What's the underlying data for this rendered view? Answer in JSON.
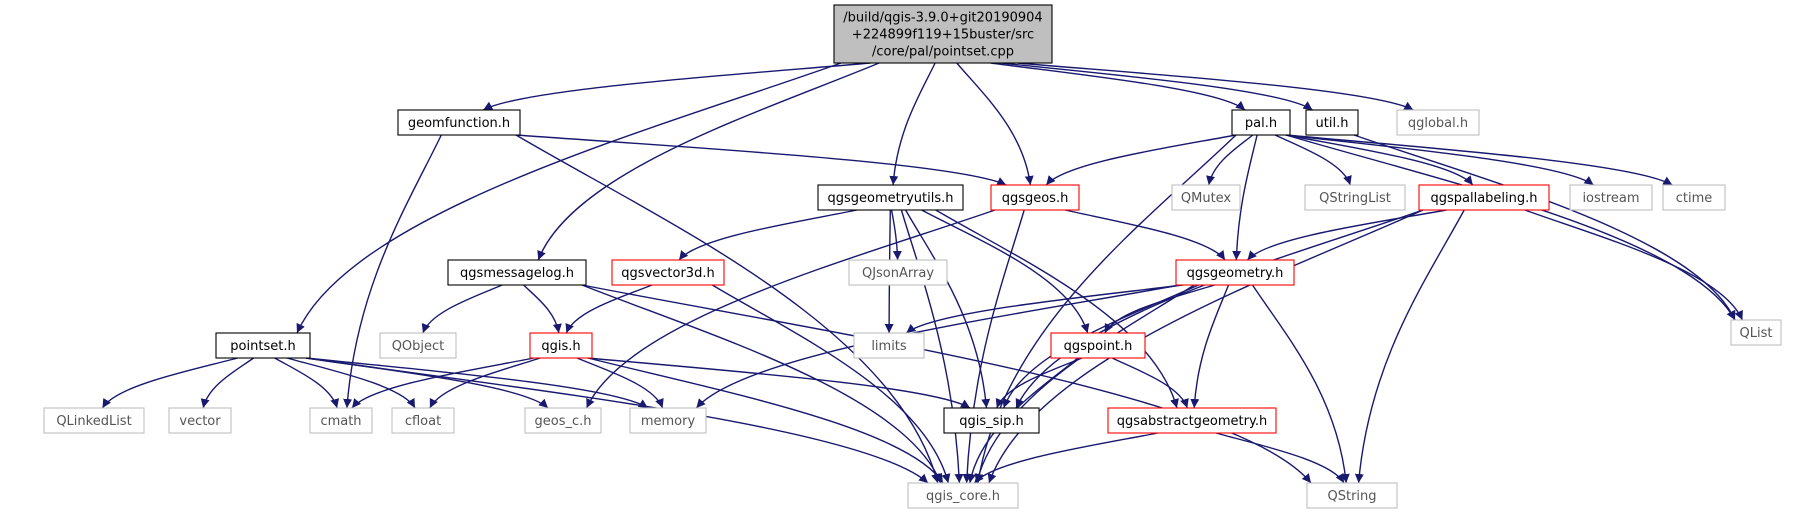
{
  "colors": {
    "edge": "#191970",
    "border_black": "#000000",
    "border_red": "#ff0000",
    "border_gray": "#bfbfbf",
    "fill_root": "#bfbfbf",
    "fill_default": "#ffffff",
    "text_gray": "#555555"
  },
  "nodes": [
    {
      "id": "root",
      "lines": [
        "/build/qgis-3.9.0+git20190904",
        "+224899f119+15buster/src",
        "/core/pal/pointset.cpp"
      ],
      "style": "root"
    },
    {
      "id": "geomfunction",
      "lines": [
        "geomfunction.h"
      ],
      "style": "black"
    },
    {
      "id": "pal",
      "lines": [
        "pal.h"
      ],
      "style": "black"
    },
    {
      "id": "util",
      "lines": [
        "util.h"
      ],
      "style": "black"
    },
    {
      "id": "qglobal",
      "lines": [
        "qglobal.h"
      ],
      "style": "gray"
    },
    {
      "id": "qgsgeometryutils",
      "lines": [
        "qgsgeometryutils.h"
      ],
      "style": "black"
    },
    {
      "id": "qgsgeos",
      "lines": [
        "qgsgeos.h"
      ],
      "style": "red"
    },
    {
      "id": "qmutex",
      "lines": [
        "QMutex"
      ],
      "style": "gray"
    },
    {
      "id": "qstringlist",
      "lines": [
        "QStringList"
      ],
      "style": "gray"
    },
    {
      "id": "qgspallabeling",
      "lines": [
        "qgspallabeling.h"
      ],
      "style": "red"
    },
    {
      "id": "iostream",
      "lines": [
        "iostream"
      ],
      "style": "gray"
    },
    {
      "id": "ctime",
      "lines": [
        "ctime"
      ],
      "style": "gray"
    },
    {
      "id": "qmessagelog",
      "lines": [
        "qgsmessagelog.h"
      ],
      "style": "black"
    },
    {
      "id": "qgsvector3d",
      "lines": [
        "qgsvector3d.h"
      ],
      "style": "red"
    },
    {
      "id": "qjsonarray",
      "lines": [
        "QJsonArray"
      ],
      "style": "gray"
    },
    {
      "id": "qgsgeometry",
      "lines": [
        "qgsgeometry.h"
      ],
      "style": "red"
    },
    {
      "id": "qlist",
      "lines": [
        "QList"
      ],
      "style": "gray"
    },
    {
      "id": "pointset",
      "lines": [
        "pointset.h"
      ],
      "style": "black"
    },
    {
      "id": "qobject",
      "lines": [
        "QObject"
      ],
      "style": "gray"
    },
    {
      "id": "qgis",
      "lines": [
        "qgis.h"
      ],
      "style": "red"
    },
    {
      "id": "limits",
      "lines": [
        "limits"
      ],
      "style": "gray"
    },
    {
      "id": "qgspoint",
      "lines": [
        "qgspoint.h"
      ],
      "style": "red"
    },
    {
      "id": "qlinkedlist",
      "lines": [
        "QLinkedList"
      ],
      "style": "gray"
    },
    {
      "id": "vector",
      "lines": [
        "vector"
      ],
      "style": "gray"
    },
    {
      "id": "cmath",
      "lines": [
        "cmath"
      ],
      "style": "gray"
    },
    {
      "id": "cfloat",
      "lines": [
        "cfloat"
      ],
      "style": "gray"
    },
    {
      "id": "geos_c",
      "lines": [
        "geos_c.h"
      ],
      "style": "gray"
    },
    {
      "id": "memory",
      "lines": [
        "memory"
      ],
      "style": "gray"
    },
    {
      "id": "qgis_sip",
      "lines": [
        "qgis_sip.h"
      ],
      "style": "black"
    },
    {
      "id": "qgsabstractgeometry",
      "lines": [
        "qgsabstractgeometry.h"
      ],
      "style": "red"
    },
    {
      "id": "qgis_core",
      "lines": [
        "qgis_core.h"
      ],
      "style": "gray"
    },
    {
      "id": "qstring",
      "lines": [
        "QString"
      ],
      "style": "gray"
    }
  ],
  "edges": [
    [
      "root",
      "geomfunction"
    ],
    [
      "root",
      "pal"
    ],
    [
      "root",
      "util"
    ],
    [
      "root",
      "qglobal"
    ],
    [
      "root",
      "qgsgeometryutils"
    ],
    [
      "root",
      "qgsgeos"
    ],
    [
      "root",
      "qmessagelog"
    ],
    [
      "root",
      "pointset"
    ],
    [
      "geomfunction",
      "qgsgeos"
    ],
    [
      "geomfunction",
      "cmath"
    ],
    [
      "geomfunction",
      "qgis_core"
    ],
    [
      "pal",
      "qgsgeos"
    ],
    [
      "pal",
      "qmutex"
    ],
    [
      "pal",
      "qstringlist"
    ],
    [
      "pal",
      "qgspallabeling"
    ],
    [
      "pal",
      "iostream"
    ],
    [
      "pal",
      "ctime"
    ],
    [
      "pal",
      "qlist"
    ],
    [
      "pal",
      "qgsgeometry"
    ],
    [
      "pal",
      "qgis_core"
    ],
    [
      "util",
      "qlist"
    ],
    [
      "qgsgeometryutils",
      "qgsvector3d"
    ],
    [
      "qgsgeometryutils",
      "qjsonarray"
    ],
    [
      "qgsgeometryutils",
      "limits"
    ],
    [
      "qgsgeometryutils",
      "qgspoint"
    ],
    [
      "qgsgeometryutils",
      "qgsabstractgeometry"
    ],
    [
      "qgsgeometryutils",
      "qgis_sip"
    ],
    [
      "qgsgeometryutils",
      "qgis_core"
    ],
    [
      "qgsgeos",
      "qgsgeometry"
    ],
    [
      "qgsgeos",
      "geos_c"
    ],
    [
      "qgsgeos",
      "qgis_core"
    ],
    [
      "qgspallabeling",
      "qgsgeometry"
    ],
    [
      "qgspallabeling",
      "qlist"
    ],
    [
      "qgspallabeling",
      "qgis_sip"
    ],
    [
      "qgspallabeling",
      "qgis_core"
    ],
    [
      "qgspallabeling",
      "qstring"
    ],
    [
      "qmessagelog",
      "qobject"
    ],
    [
      "qmessagelog",
      "qgis"
    ],
    [
      "qmessagelog",
      "qgis_core"
    ],
    [
      "qmessagelog",
      "qstring"
    ],
    [
      "qgsvector3d",
      "qgis"
    ],
    [
      "qgsvector3d",
      "qgis_core"
    ],
    [
      "qgsgeometry",
      "limits"
    ],
    [
      "qgsgeometry",
      "qgspoint"
    ],
    [
      "qgsgeometry",
      "qgsabstractgeometry"
    ],
    [
      "qgsgeometry",
      "qgis_sip"
    ],
    [
      "qgsgeometry",
      "memory"
    ],
    [
      "qgsgeometry",
      "qgis_core"
    ],
    [
      "qgsgeometry",
      "qstring"
    ],
    [
      "pointset",
      "qlinkedlist"
    ],
    [
      "pointset",
      "vector"
    ],
    [
      "pointset",
      "cmath"
    ],
    [
      "pointset",
      "cfloat"
    ],
    [
      "pointset",
      "geos_c"
    ],
    [
      "pointset",
      "memory"
    ],
    [
      "pointset",
      "qgis_core"
    ],
    [
      "qgis",
      "cmath"
    ],
    [
      "qgis",
      "cfloat"
    ],
    [
      "qgis",
      "memory"
    ],
    [
      "qgis",
      "qgis_sip"
    ],
    [
      "qgis",
      "qgis_core"
    ],
    [
      "qgspoint",
      "qgis_sip"
    ],
    [
      "qgspoint",
      "qgsabstractgeometry"
    ],
    [
      "qgspoint",
      "qgis_core"
    ],
    [
      "qgsabstractgeometry",
      "qgis_core"
    ],
    [
      "qgsabstractgeometry",
      "qstring"
    ]
  ]
}
